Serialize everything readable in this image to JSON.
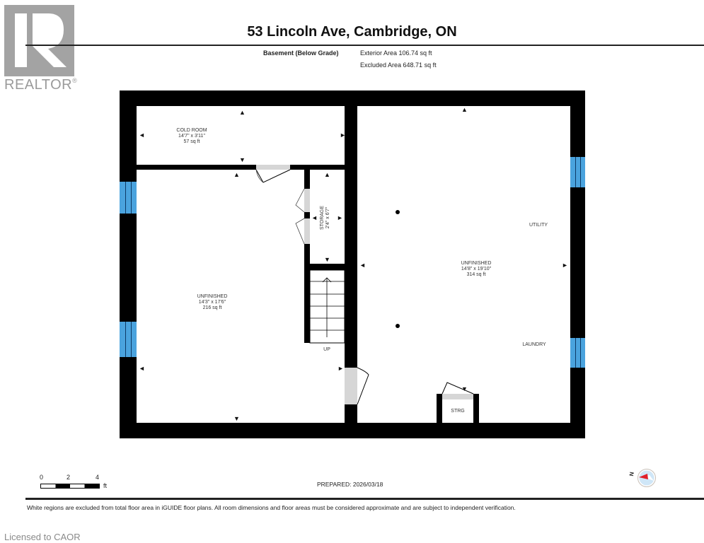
{
  "branding": {
    "logo_letter": "R",
    "logo_text": "REALTOR",
    "logo_reg": "®",
    "license_text": "Licensed to CAOR"
  },
  "header": {
    "title": "53 Lincoln Ave, Cambridge, ON",
    "floor_label": "Basement (Below Grade)",
    "exterior_area": "Exterior Area 106.74 sq ft",
    "excluded_area": "Excluded Area 648.71 sq ft"
  },
  "rooms": {
    "cold_room": {
      "name": "COLD ROOM",
      "dims": "14'7\" x 3'11\"",
      "area": "57 sq ft"
    },
    "storage": {
      "name": "STORAGE",
      "dims": "2'4\" x 6'7\""
    },
    "unfinished_left": {
      "name": "UNFINISHED",
      "dims": "14'3\" x 17'6\"",
      "area": "216 sq ft"
    },
    "unfinished_right": {
      "name": "UNFINISHED",
      "dims": "14'8\" x 19'10\"",
      "area": "314 sq ft"
    },
    "utility": {
      "name": "UTILITY"
    },
    "laundry": {
      "name": "LAUNDRY"
    },
    "strg": {
      "name": "STRG"
    },
    "stairs": {
      "label": "UP"
    }
  },
  "scale_bar": {
    "ticks": [
      "0",
      "2",
      "4"
    ],
    "unit": "ft"
  },
  "prepared": "PREPARED: 2026/03/18",
  "compass": {
    "label": "N"
  },
  "disclaimer": "White regions are excluded from total floor area in iGUIDE floor plans. All room dimensions and floor areas must be considered approximate and are subject to independent verification.",
  "colors": {
    "wall": "#000000",
    "window": "#4aa3de",
    "door_swing": "#d6d6d6",
    "compass_needle": "#e0202a",
    "compass_bg": "#cfe6f7"
  }
}
